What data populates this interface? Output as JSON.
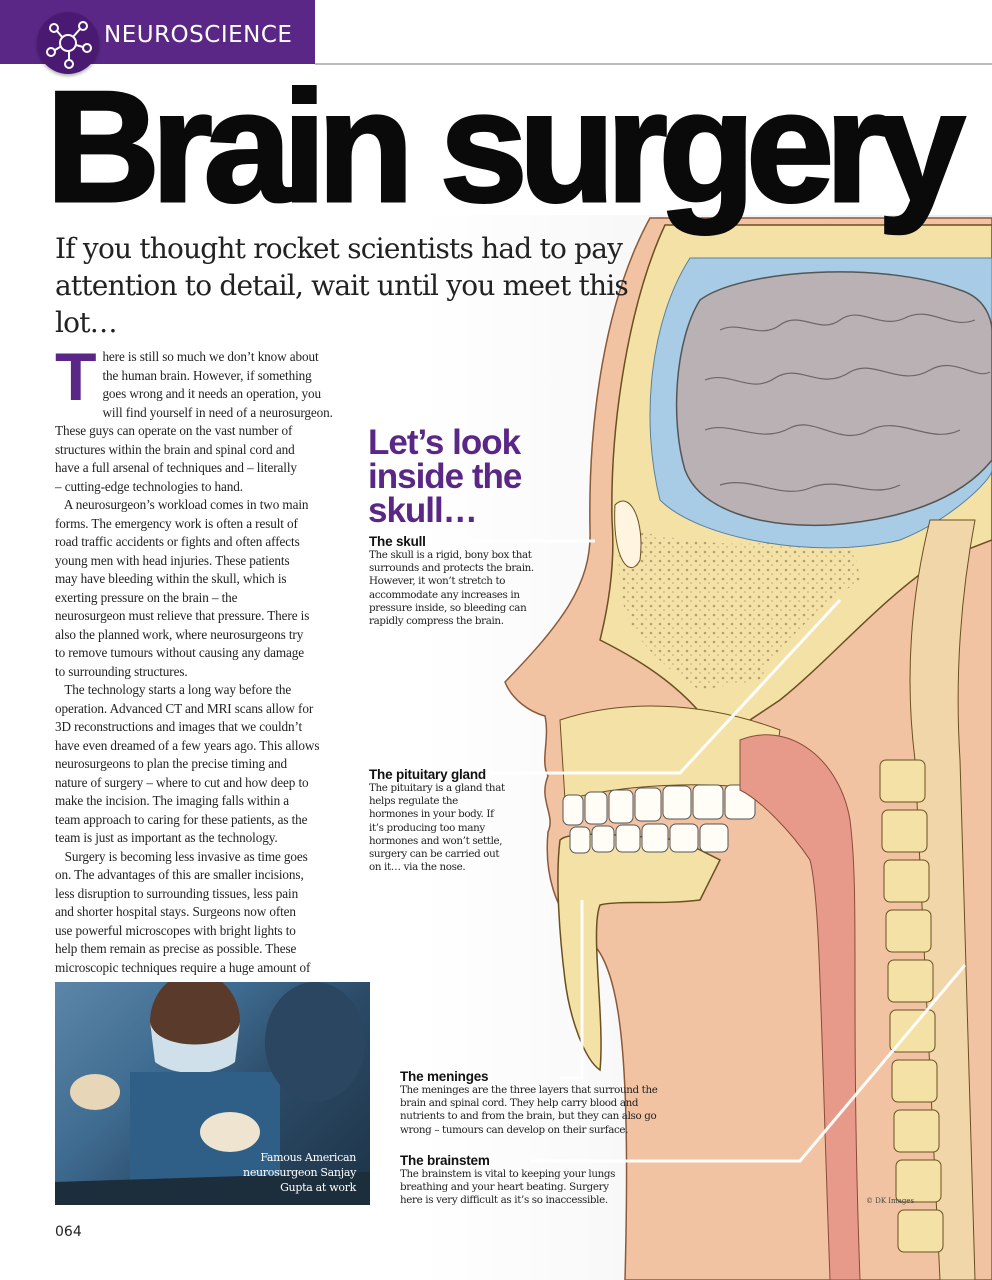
{
  "header": {
    "section": "NEUROSCIENCE",
    "icon": "neuron-network-icon",
    "accent": "#5b2786"
  },
  "title": "Brain surgery",
  "subtitle": "If you thought rocket scientists had to pay attention to detail, wait until you meet this lot…",
  "body": {
    "drop_cap": "T",
    "lines": [
      "here is still so much we don’t know about",
      "the human brain. However, if something",
      "goes wrong and it needs an operation, you",
      "will find yourself in need of a neurosurgeon.",
      "These guys can operate on the vast number of",
      "structures within the brain and spinal cord and",
      "have a full arsenal of techniques and – literally",
      "– cutting-edge technologies to hand.",
      "   A neurosurgeon’s workload comes in two main",
      "forms. The emergency work is often a result of",
      "road traffic accidents or fights and often affects",
      "young men with head injuries. These patients",
      "may have bleeding within the skull, which is",
      "exerting pressure on the brain – the",
      "neurosurgeon must relieve that pressure. There is",
      "also the planned work, where neurosurgeons try",
      "to remove tumours without causing any damage",
      "to surrounding structures.",
      "   The technology starts a long way before the",
      "operation. Advanced CT and MRI scans allow for",
      "3D reconstructions and images that we couldn’t",
      "have even dreamed of a few years ago. This allows",
      "neurosurgeons to plan the precise timing and",
      "nature of surgery – where to cut and how deep to",
      "make the incision. The imaging falls within a",
      "team approach to caring for these patients, as the",
      "team is just as important as the technology.",
      "   Surgery is becoming less invasive as time goes",
      "on. The advantages of this are smaller incisions,",
      "less disruption to surrounding tissues, less pain",
      "and shorter hospital stays. Surgeons now often",
      "use powerful microscopes with bright lights to",
      "help them remain as precise as possible. These",
      "microscopic techniques require a huge amount of"
    ]
  },
  "photo": {
    "caption": [
      "Famous American",
      "neurosurgeon Sanjay",
      "Gupta at work"
    ]
  },
  "page_number": "064",
  "feature_heading": [
    "Let’s look",
    "inside the",
    "skull…"
  ],
  "callouts": [
    {
      "title": "The skull",
      "text": [
        "The skull is a rigid, bony box that",
        "surrounds and protects the brain.",
        "However, it won’t stretch to",
        "accommodate any increases in",
        "pressure inside, so bleeding can",
        "rapidly compress the brain."
      ]
    },
    {
      "title": "The pituitary gland",
      "text": [
        "The pituitary is a gland that",
        "helps regulate the",
        "hormones in your body. If",
        "it’s producing too many",
        "hormones and won’t settle,",
        "surgery can be carried out",
        "on it… via the nose."
      ]
    },
    {
      "title": "The meninges",
      "text": [
        "The meninges are the three layers that surround the",
        "brain and spinal cord. They help carry blood and",
        "nutrients to and from the brain, but they can also go",
        "wrong – tumours can develop on their surface."
      ]
    },
    {
      "title": "The brainstem",
      "text": [
        "The brainstem is vital to keeping your lungs",
        "breathing and your heart beating. Surgery",
        "here is very difficult as it’s so inaccessible."
      ]
    }
  ],
  "credit": "© DK Images",
  "colors": {
    "skin": "#f2c3a2",
    "bone": "#f4e1a6",
    "brain": "#b9b1b3",
    "csf": "#a8cbe6"
  }
}
